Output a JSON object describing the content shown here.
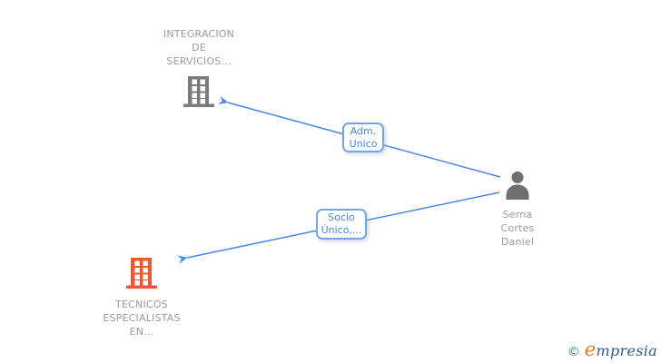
{
  "diagram": {
    "nodes": {
      "company_top": {
        "label": "INTEGRACION\nDE\nSERVICIOS...",
        "type": "company"
      },
      "company_bottom": {
        "label": "TECNICOS\nESPECIALISTAS\nEN...",
        "type": "company"
      },
      "person": {
        "label": "Serna\nCortes\nDaniel",
        "type": "person"
      }
    },
    "edges": [
      {
        "id": "adm",
        "label": "Adm.\nUnico",
        "from": "person",
        "to": "company_top"
      },
      {
        "id": "socio",
        "label": "Socio\nÚnico,...",
        "from": "person",
        "to": "company_bottom"
      }
    ]
  },
  "colors": {
    "edge_line": "#4a86e8",
    "edge_label_text": "#4a86e8",
    "edge_label_border": "#76a5e5",
    "node_text": "#9b9b9b",
    "company_icon_gray": "#7b7b7b",
    "company_icon_highlight": "#f1572e",
    "person_icon": "#6f6f6f",
    "logo_copyright": "#3f7fa6",
    "logo_brand": "#2b5e79",
    "logo_brand_initial": "#e8791e"
  },
  "footer": {
    "copyright_symbol": "©",
    "brand_initial": "e",
    "brand_rest": "mpresia"
  }
}
